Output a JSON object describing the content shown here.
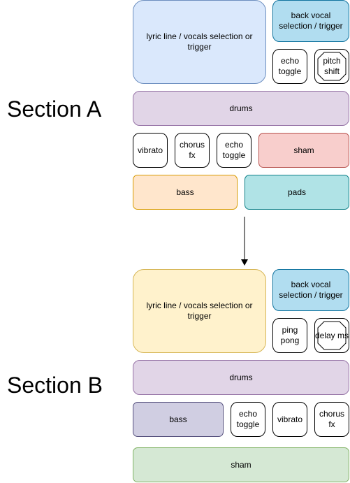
{
  "section_a": {
    "label": "Section A",
    "lyric_trigger": "lyric line / vocals selection or trigger",
    "back_vocal": "back vocal selection / trigger",
    "echo_toggle": "echo toggle",
    "pitch_shift": "pitch shift",
    "drums": "drums",
    "vibrato": "vibrato",
    "chorus_fx": "chorus fx",
    "echo_toggle_2": "echo toggle",
    "sham": "sham",
    "bass": "bass",
    "pads": "pads"
  },
  "section_b": {
    "label": "Section B",
    "lyric_trigger": "lyric line / vocals selection or trigger",
    "back_vocal": "back vocal selection / trigger",
    "ping_pong": "ping pong",
    "delay_ms": "delay ms",
    "drums": "drums",
    "bass": "bass",
    "echo_toggle": "echo toggle",
    "vibrato": "vibrato",
    "chorus_fx": "chorus fx",
    "sham": "sham"
  }
}
